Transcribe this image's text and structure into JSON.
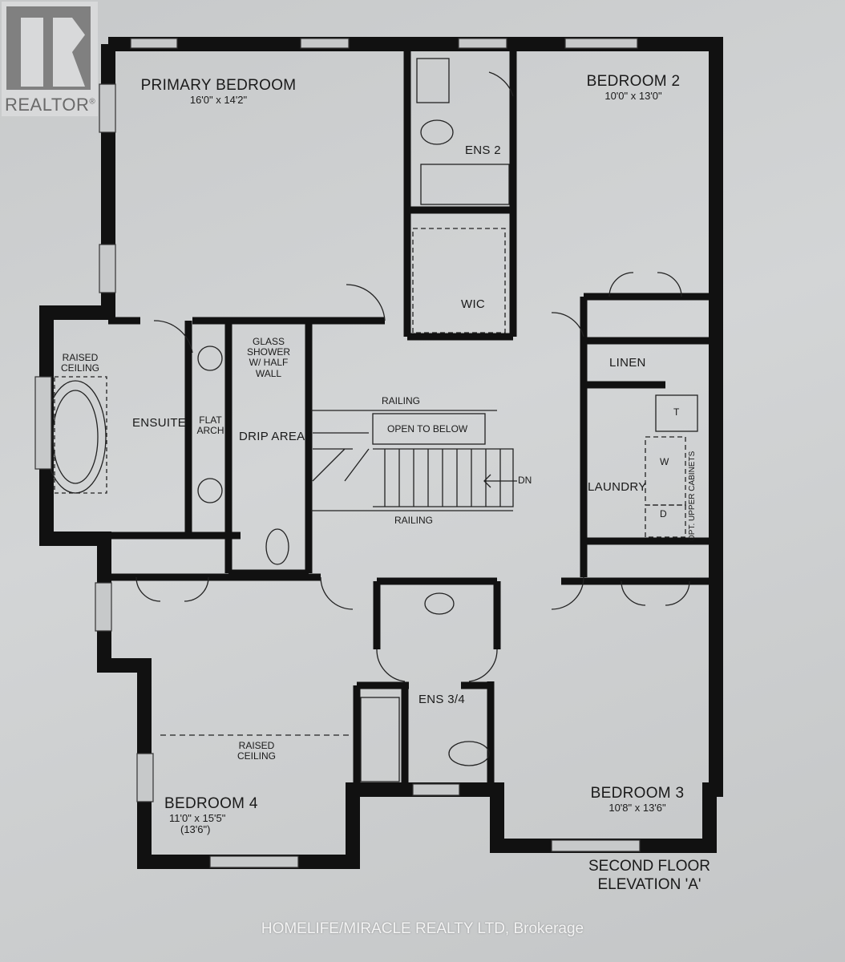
{
  "logo": {
    "text": "REALTOR",
    "mark": "®"
  },
  "rooms": {
    "primary": {
      "name": "PRIMARY BEDROOM",
      "dims": "16'0\" x 14'2\""
    },
    "bedroom2": {
      "name": "BEDROOM 2",
      "dims": "10'0\" x 13'0\""
    },
    "bedroom3": {
      "name": "BEDROOM 3",
      "dims": "10'8\" x 13'6\""
    },
    "bedroom4": {
      "name": "BEDROOM 4",
      "dims": "11'0\" x 15'5\"",
      "alt_dims": "(13'6\")"
    },
    "ens2": "ENS 2",
    "ens34": "ENS 3/4",
    "wic": "WIC",
    "ensuite": "ENSUITE",
    "linen": "LINEN",
    "laundry": "LAUNDRY",
    "drip": "DRIP AREA"
  },
  "notes": {
    "raised_ceiling_ensuite": [
      "RAISED",
      "CEILING"
    ],
    "raised_ceiling_bed4": [
      "RAISED",
      "CEILING"
    ],
    "glass_shower": [
      "GLASS",
      "SHOWER",
      "W/ HALF",
      "WALL"
    ],
    "flat_arch": [
      "FLAT",
      "ARCH"
    ],
    "railing_top": "RAILING",
    "railing_bottom": "RAILING",
    "open_to_below": "OPEN TO BELOW",
    "dn": "DN",
    "tub_t": "T",
    "washer": "W",
    "dryer": "D",
    "upper_cabinets": "OPT. UPPER CABINETS"
  },
  "caption": [
    "SECOND FLOOR",
    "ELEVATION 'A'"
  ],
  "watermark": "HOMELIFE/MIRACLE REALTY LTD, Brokerage"
}
